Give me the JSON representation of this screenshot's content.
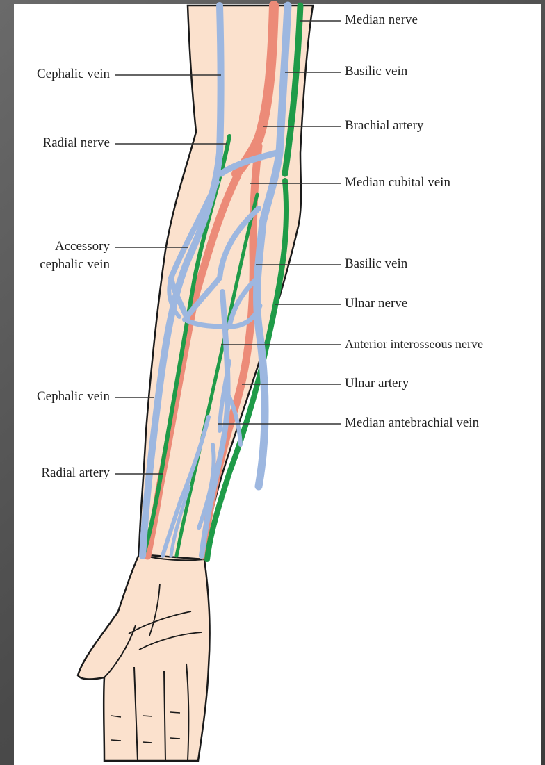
{
  "colors": {
    "skin": "#fbe1cd",
    "vein": "#9db7e0",
    "artery": "#ec8b78",
    "nerve": "#1f9b48",
    "outline": "#1a1a1a",
    "leader": "#333333"
  },
  "labels": {
    "median_nerve": "Median nerve",
    "basilic_vein_upper": "Basilic vein",
    "brachial_artery": "Brachial artery",
    "median_cubital_vein": "Median cubital vein",
    "basilic_vein_lower": "Basilic vein",
    "ulnar_nerve": "Ulnar nerve",
    "anterior_interosseous_nerve": "Anterior interosseous nerve",
    "ulnar_artery": "Ulnar artery",
    "median_antebrachial_vein": "Median antebrachial vein",
    "cephalic_vein_upper": "Cephalic vein",
    "radial_nerve": "Radial nerve",
    "accessory_cephalic_vein_line1": "Accessory",
    "accessory_cephalic_vein_line2": "cephalic vein",
    "cephalic_vein_lower": "Cephalic vein",
    "radial_artery": "Radial artery"
  }
}
